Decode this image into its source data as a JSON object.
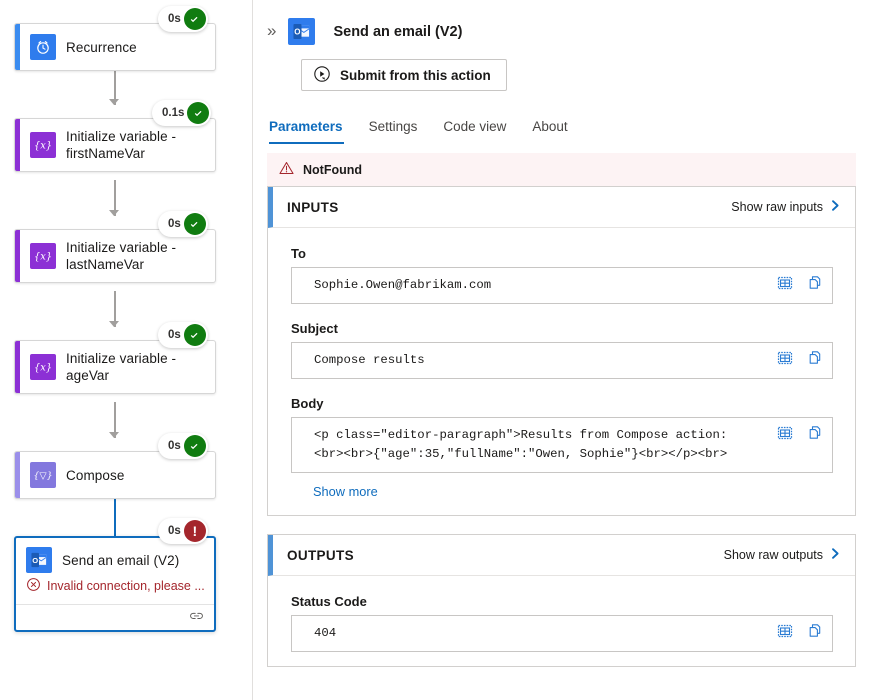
{
  "canvas": {
    "nodes": [
      {
        "name": "Recurrence",
        "icon": "clock-icon",
        "icon_color": "#2f7ced",
        "accent_color": "#3b8cf0",
        "status": {
          "duration": "0s",
          "state": "ok",
          "glyph": "✓"
        }
      },
      {
        "name": "Initialize variable - firstNameVar",
        "icon": "variable-icon",
        "icon_color": "#8c30d5",
        "accent_color": "#8c30d5",
        "status": {
          "duration": "0.1s",
          "state": "ok",
          "glyph": "✓"
        }
      },
      {
        "name": "Initialize variable - lastNameVar",
        "icon": "variable-icon",
        "icon_color": "#8c30d5",
        "accent_color": "#8c30d5",
        "status": {
          "duration": "0s",
          "state": "ok",
          "glyph": "✓"
        }
      },
      {
        "name": "Initialize variable - ageVar",
        "icon": "variable-icon",
        "icon_color": "#8c30d5",
        "accent_color": "#8c30d5",
        "status": {
          "duration": "0s",
          "state": "ok",
          "glyph": "✓"
        }
      },
      {
        "name": "Compose",
        "icon": "compose-icon",
        "icon_color": "#8378de",
        "accent_color": "#9b8fea",
        "status": {
          "duration": "0s",
          "state": "ok",
          "glyph": "✓"
        }
      },
      {
        "name": "Send an email (V2)",
        "icon": "outlook-icon",
        "icon_color": "#2f7ced",
        "accent_color": "#ffffff",
        "error_text": "Invalid connection, please ...",
        "status": {
          "duration": "0s",
          "state": "error",
          "glyph": "!"
        }
      }
    ]
  },
  "pane": {
    "collapse_glyph": "»",
    "title": "Send an email (V2)",
    "submit_label": "Submit from this action",
    "tabs": [
      {
        "label": "Parameters",
        "active": true
      },
      {
        "label": "Settings",
        "active": false
      },
      {
        "label": "Code view",
        "active": false
      },
      {
        "label": "About",
        "active": false
      }
    ],
    "error_banner": "NotFound",
    "inputs": {
      "heading": "INPUTS",
      "raw_link": "Show raw inputs",
      "fields": [
        {
          "label": "To",
          "value": "Sophie.Owen@fabrikam.com"
        },
        {
          "label": "Subject",
          "value": "Compose results"
        },
        {
          "label": "Body",
          "value": "<p class=\"editor-paragraph\">Results from Compose action:\n<br><br>{\"age\":35,\"fullName\":\"Owen, Sophie\"}<br></p><br>"
        }
      ],
      "show_more": "Show more"
    },
    "outputs": {
      "heading": "OUTPUTS",
      "raw_link": "Show raw outputs",
      "fields": [
        {
          "label": "Status Code",
          "value": "404"
        }
      ]
    }
  },
  "colors": {
    "accent": "#0f6cbd",
    "success": "#107c10",
    "error": "#a4262c",
    "error_bg": "#fdf3f4"
  }
}
